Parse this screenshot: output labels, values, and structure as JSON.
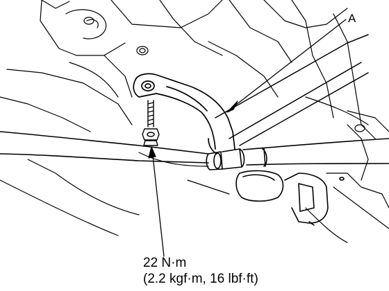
{
  "labels": {
    "callout": "A",
    "torque_line1": "22 N·m",
    "torque_line2": "(2.2 kgf·m, 16 lbf·ft)"
  },
  "colors": {
    "ink": "#000000",
    "paper": "#ffffff"
  }
}
